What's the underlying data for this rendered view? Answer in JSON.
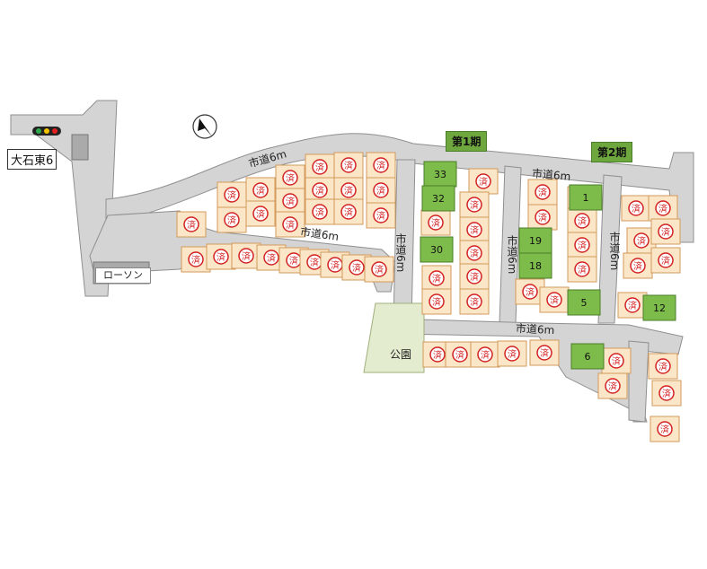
{
  "map": {
    "intersection_label": "大石東6",
    "store_label": "ローソン",
    "park_label": "公園",
    "phase_labels": [
      "第1期",
      "第2期"
    ],
    "road_labels": [
      "市道6m",
      "市道6m",
      "市道6m",
      "市道6m",
      "市道6m",
      "市道6m"
    ],
    "sold_mark": "済",
    "available_lots": [
      "33",
      "32",
      "30",
      "1",
      "19",
      "18",
      "5",
      "12",
      "6"
    ],
    "colors": {
      "road": "#d4d4d4",
      "road_edge": "#8f8f8f",
      "lot_fill": "#fbe6c8",
      "lot_border": "#d39a5b",
      "available": "#7dbb4a",
      "sold_circle": "#d32222",
      "park": "#e3eccf",
      "phase_tag": "#6fa73f"
    },
    "icons": [
      "north-arrow-icon",
      "traffic-signal-icon",
      "store-icon"
    ]
  }
}
